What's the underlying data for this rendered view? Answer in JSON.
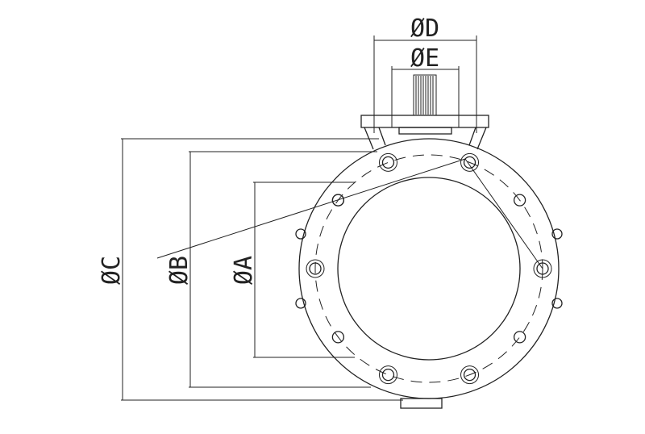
{
  "labels": {
    "d": "ØD",
    "e": "ØE",
    "c": "ØC",
    "b": "ØB",
    "a": "ØA"
  },
  "colors": {
    "line": "#222222",
    "background": "#ffffff"
  }
}
